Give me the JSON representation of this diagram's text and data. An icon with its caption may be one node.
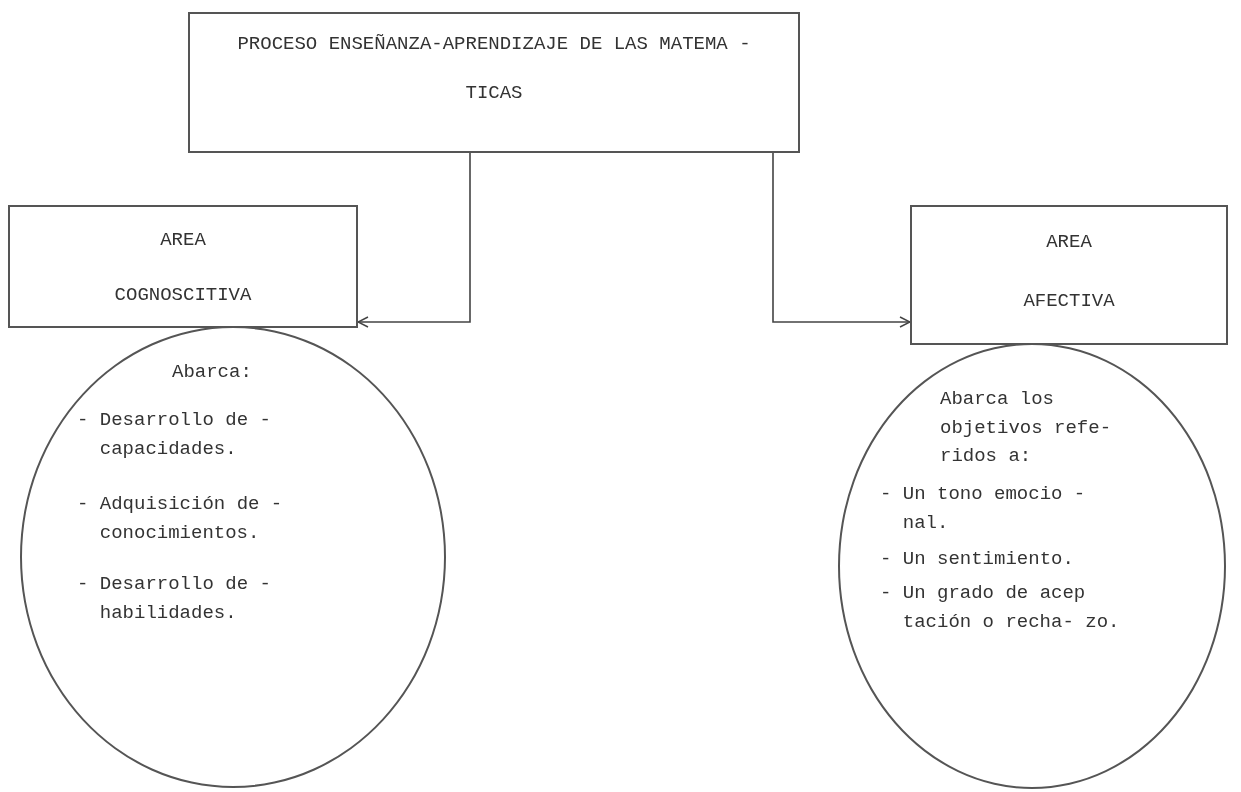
{
  "diagram": {
    "nodes": [
      {
        "text": [
          "PROCESO ENSEÑANZA-APRENDIZAJE DE LAS MATEMA - TICAS"
        ]
      },
      {
        "text": [
          "AREA COGNOSCITIVA"
        ]
      },
      {
        "text": [
          "AREA AFECTIVA"
        ]
      },
      {
        "text": [
          "Abarca:",
          "- Desarrollo de - capacidades.",
          "- Adquisición de - conocimientos.",
          "- Desarrollo de - habilidades."
        ]
      },
      {
        "text": [
          "Abarca los objetivos refe- ridos a:",
          "- Un tono emocio - nal.",
          "- Un sentimiento.",
          "- Un grado de acep tación o recha- zo."
        ]
      }
    ],
    "edges": [
      {
        "from": 0,
        "to": 1,
        "arrow": "to"
      },
      {
        "from": 0,
        "to": 2,
        "arrow": "to"
      }
    ]
  }
}
